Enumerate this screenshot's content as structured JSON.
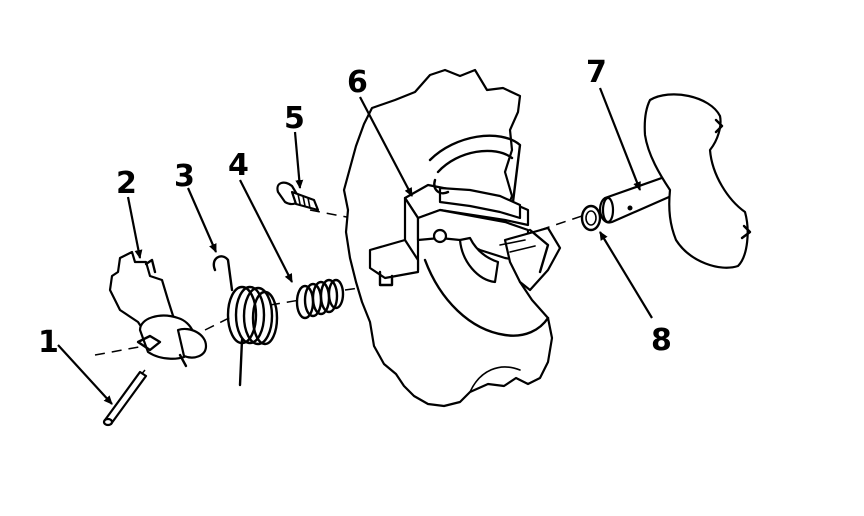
{
  "diagram": {
    "callouts": [
      {
        "id": "1",
        "text": "1"
      },
      {
        "id": "2",
        "text": "2"
      },
      {
        "id": "3",
        "text": "3"
      },
      {
        "id": "4",
        "text": "4"
      },
      {
        "id": "5",
        "text": "5"
      },
      {
        "id": "6",
        "text": "6"
      },
      {
        "id": "7",
        "text": "7"
      },
      {
        "id": "8",
        "text": "8"
      }
    ],
    "colors": {
      "ink": "#000000",
      "paper": "#ffffff"
    }
  }
}
